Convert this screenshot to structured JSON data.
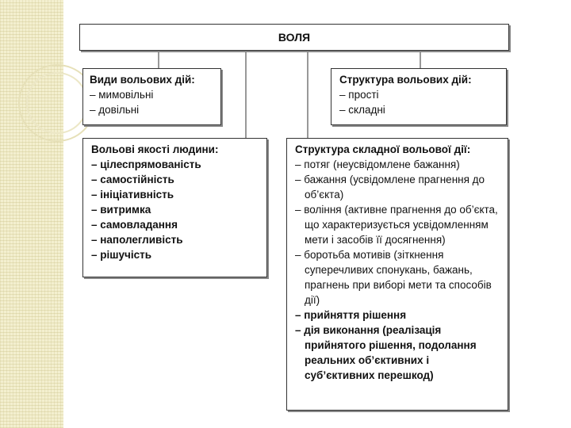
{
  "title": "ВОЛЯ",
  "types": {
    "heading": "Види вольових дій:",
    "items": [
      "– мимовільні",
      "– довільні"
    ]
  },
  "structure": {
    "heading": "Структура вольових дій:",
    "items": [
      "– прості",
      "– складні"
    ]
  },
  "qualities": {
    "heading": "Вольові якості людини:",
    "items": [
      "– цілеспрямованість",
      "– самостійність",
      "– ініціативність",
      "– витримка",
      "– самовладання",
      "– наполегливість",
      "– рішучість"
    ]
  },
  "complex": {
    "heading": "Структура складної вольової дії:",
    "items": [
      "– потяг (неусвідомлене бажання)",
      "– бажання (усвідомлене прагнення до об’єкта)",
      "– воління (активне прагнення до об’єкта, що характеризується усвідомленням мети і засобів її досягнення)",
      "– боротьба мотивів (зіткнення суперечливих спонукань, бажань, прагнень при виборі мети та способів дії)",
      "– прийняття рішення",
      "– дія виконання (реалізація прийнятого рішення, подолання реальних об’єктивних і суб’єктивних перешкод)"
    ]
  }
}
